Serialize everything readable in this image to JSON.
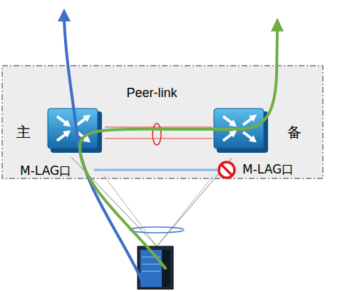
{
  "diagram": {
    "nodes": [
      {
        "text": [
          "主"
        ]
      },
      {
        "text": [
          "备"
        ]
      }
    ],
    "edges": [
      {
        "from": 0,
        "to": 1,
        "arrow": "none",
        "label": "Peer-link"
      }
    ],
    "labels": [
      "M-LAG口",
      "M-LAG口"
    ]
  }
}
